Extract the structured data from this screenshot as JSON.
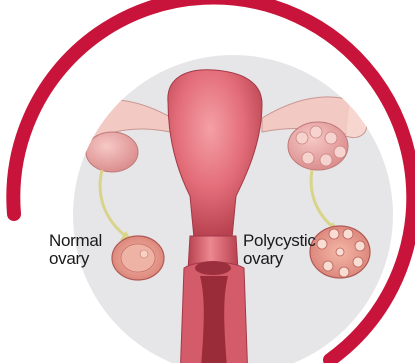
{
  "labels": {
    "normal_line1": "Normal",
    "normal_line2": "ovary",
    "polycystic_line1": "Polycystic",
    "polycystic_line2": "ovary"
  },
  "colors": {
    "ring": "#c8143a",
    "background_disc": "#e6e6e8",
    "uterus": "#e8707c",
    "uterus_dark": "#b8414f",
    "ovary": "#e8a4a2",
    "tube": "#f2c9c3",
    "arrow": "#d8d48a"
  },
  "icons": {
    "normal_arrow": "curved-arrow-down-right",
    "polycystic_arrow": "curved-arrow-down"
  }
}
